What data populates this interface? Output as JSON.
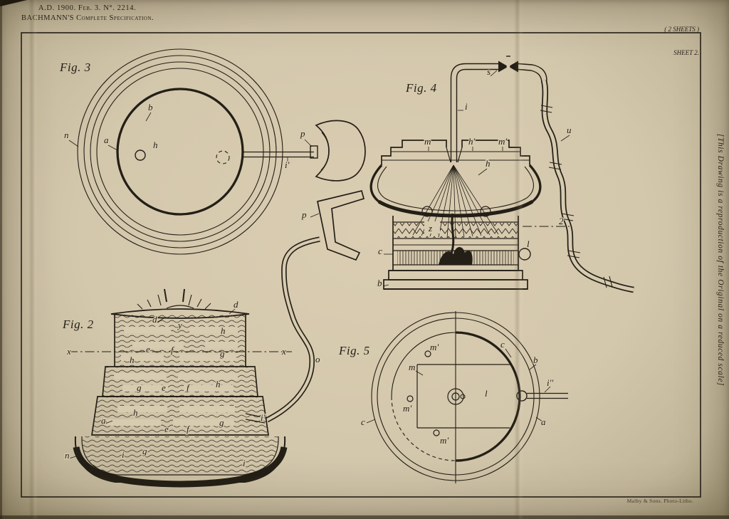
{
  "page": {
    "header_line1": "A.D. 1900. Feb. 3. N°. 2214.",
    "header_line2": "BACHMANN'S Complete Specification.",
    "sheets_note": "( 2 SHEETS )",
    "sheet_label": "SHEET 2.",
    "side_note": "[This Drawing is a reproduction of the Original on a reduced scale]",
    "printer_credit": "Malby & Sons. Photo-Litho.",
    "ink_color": "#241f16",
    "paper_color": "#d7cbb0"
  },
  "fig3": {
    "title": "Fig. 3",
    "labels": {
      "b": "b",
      "n": "n",
      "a": "a",
      "h": "h",
      "i1": "i'",
      "p": "p"
    }
  },
  "link": {
    "labels": {
      "p": "p",
      "o": "o"
    }
  },
  "fig4": {
    "title": "Fig. 4",
    "labels": {
      "m": "m",
      "h1": "h'",
      "m1": "m'",
      "i": "i",
      "s": "s",
      "u": "u",
      "h": "h",
      "z": "z",
      "c": "c",
      "l": "l",
      "b": "b",
      "two": "2"
    }
  },
  "fig2": {
    "title": "Fig. 2",
    "labels": {
      "d1": "d",
      "d2": "d",
      "y": "y",
      "x1": "x",
      "x2": "x",
      "h1": "h",
      "h2": "h",
      "h3": "h",
      "h4": "h",
      "e1": "e",
      "e2": "e",
      "e3": "e",
      "f1": "f",
      "f2": "f",
      "f3": "f",
      "g1": "g",
      "g2": "g",
      "g3": "g",
      "g4": "g",
      "a": "a",
      "i1": "i'",
      "n": "n",
      "i2": "i",
      "i3": "i"
    }
  },
  "fig5": {
    "title": "Fig. 5",
    "labels": {
      "m1": "m'",
      "m": "m",
      "c1": "c",
      "b": "b",
      "l": "l",
      "i2": "i''",
      "m2": "m'",
      "m3": "m'",
      "c2": "c",
      "a": "a"
    }
  }
}
